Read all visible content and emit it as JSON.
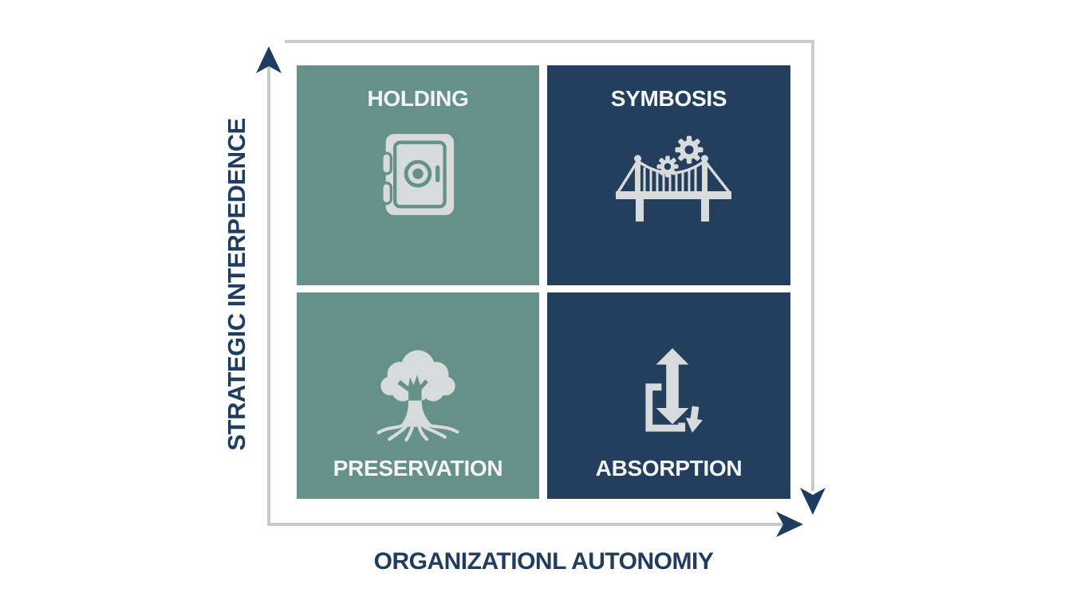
{
  "matrix": {
    "title_context": "2x2 acquisition integration matrix",
    "y_axis_label": "STRATEGIC INTERPEDENCE",
    "x_axis_label": "ORGANIZATIONL AUTONOMIY",
    "quadrants": [
      {
        "position": "top-left",
        "label": "HOLDING",
        "icon": "safe-icon",
        "color": "#66908a"
      },
      {
        "position": "top-right",
        "label": "SYMBOSIS",
        "icon": "bridge-gears-icon",
        "color": "#243e5e"
      },
      {
        "position": "bottom-left",
        "label": "PRESERVATION",
        "icon": "tree-roots-icon",
        "color": "#66908a"
      },
      {
        "position": "bottom-right",
        "label": "ABSORPTION",
        "icon": "absorb-arrows-icon",
        "color": "#243e5e"
      }
    ],
    "colors": {
      "teal_quadrant": "#66908a",
      "navy_quadrant": "#243e5e",
      "axis_text": "#203c5f",
      "axis_line": "#c9cbca",
      "arrowhead": "#1f3b5e",
      "icon_fill": "#d8dbdb",
      "quadrant_title_text": "#f3f5f5",
      "background": "#ffffff"
    }
  }
}
